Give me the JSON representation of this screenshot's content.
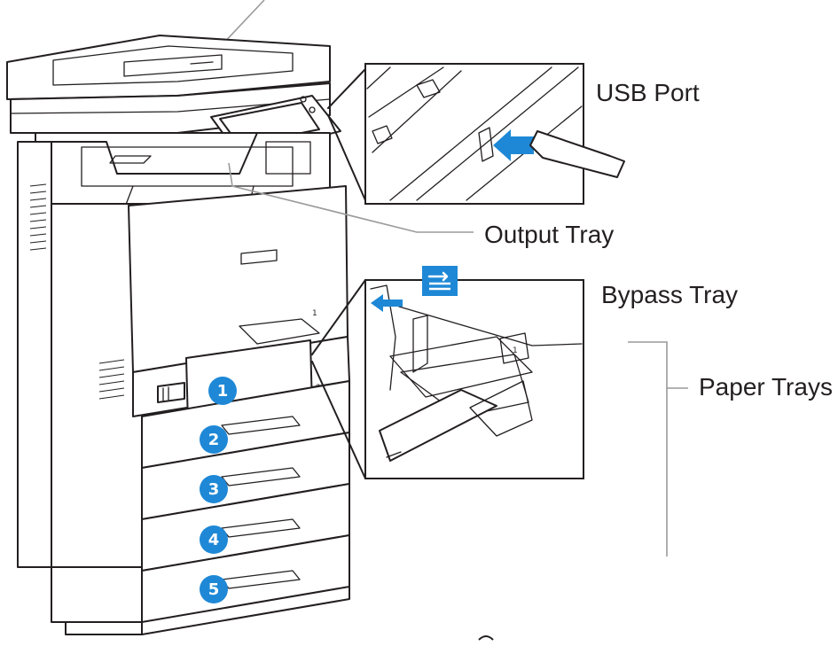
{
  "labels": {
    "usb_port": "USB Port",
    "output_tray": "Output Tray",
    "bypass_tray": "Bypass Tray",
    "paper_trays": "Paper Trays"
  },
  "tray_badges": [
    "1",
    "2",
    "3",
    "4",
    "5"
  ],
  "colors": {
    "accent_blue": "#1e88d6",
    "line": "#231f20",
    "leader": "#9a9a9a"
  },
  "icons": [
    "usb-drive-icon",
    "insert-arrow-icon",
    "bypass-tray-icon"
  ]
}
